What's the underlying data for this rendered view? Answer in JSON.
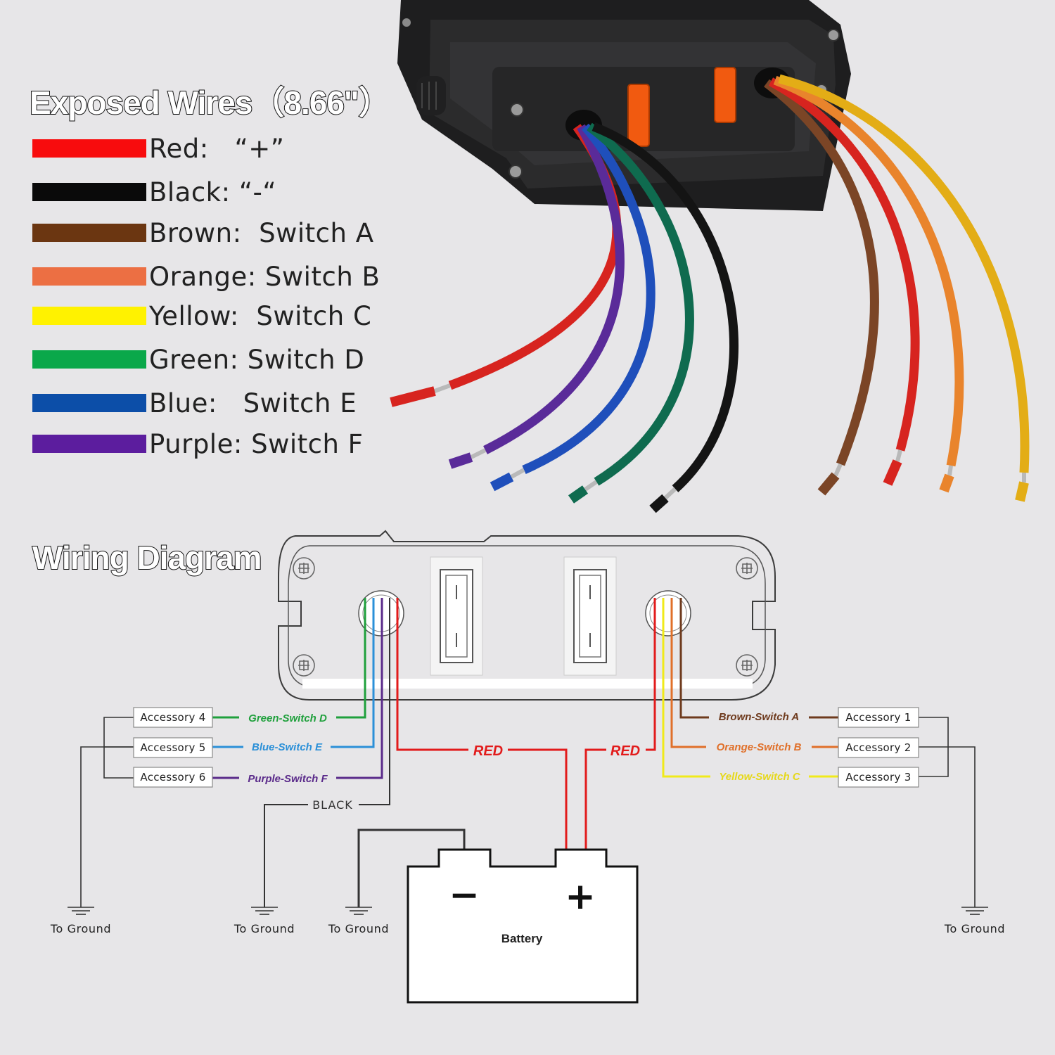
{
  "exposed": {
    "title": "Exposed Wires（8.66\"）",
    "legend": [
      {
        "color": "#f80c0d",
        "label": "Red:   “+”"
      },
      {
        "color": "#0a0a0a",
        "label": "Black: “-“"
      },
      {
        "color": "#6b3611",
        "label": "Brown:  Switch A"
      },
      {
        "color": "#ec6f43",
        "label": "Orange: Switch B"
      },
      {
        "color": "#fff200",
        "label": "Yellow:  Switch C"
      },
      {
        "color": "#0aa84a",
        "label": "Green: Switch D"
      },
      {
        "color": "#0c4ea8",
        "label": "Blue:   Switch E"
      },
      {
        "color": "#5c1d9e",
        "label": "Purple: Switch F"
      }
    ]
  },
  "diagram": {
    "title": "Wiring Diagram",
    "accessories_left": [
      "Accessory 4",
      "Accessory 5",
      "Accessory 6"
    ],
    "accessories_right": [
      "Accessory 1",
      "Accessory 2",
      "Accessory 3"
    ],
    "wire_labels": {
      "green": "Green-Switch D",
      "blue": "Blue-Switch E",
      "purple": "Purple-Switch F",
      "brown": "Brown-Switch A",
      "orange": "Orange-Switch B",
      "yellow": "Yellow-Switch C",
      "black": "BLACK",
      "red_left": "RED",
      "red_right": "RED"
    },
    "ground_label": "To Ground",
    "battery": {
      "label": "Battery",
      "minus": "−",
      "plus": "+"
    }
  }
}
